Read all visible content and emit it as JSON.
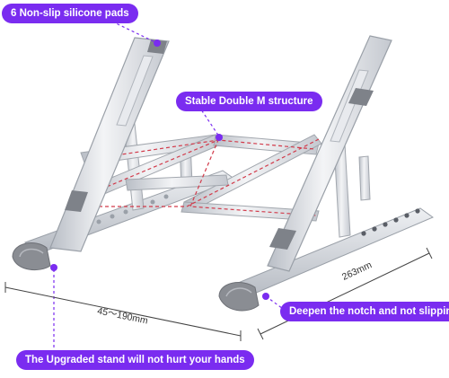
{
  "labels": {
    "pads": "6 Non-slip silicone pads",
    "structure": "Stable Double M structure",
    "notch": "Deepen the notch and not slipping",
    "hands": "The Upgraded stand will not hurt your hands"
  },
  "dimensions": {
    "height": "45～190mm",
    "depth": "263mm"
  },
  "colors": {
    "accent": "#7a2cf0",
    "metal": "#d7dadf",
    "pad": "#8a8d93",
    "structure_line": "#d23a4a"
  }
}
